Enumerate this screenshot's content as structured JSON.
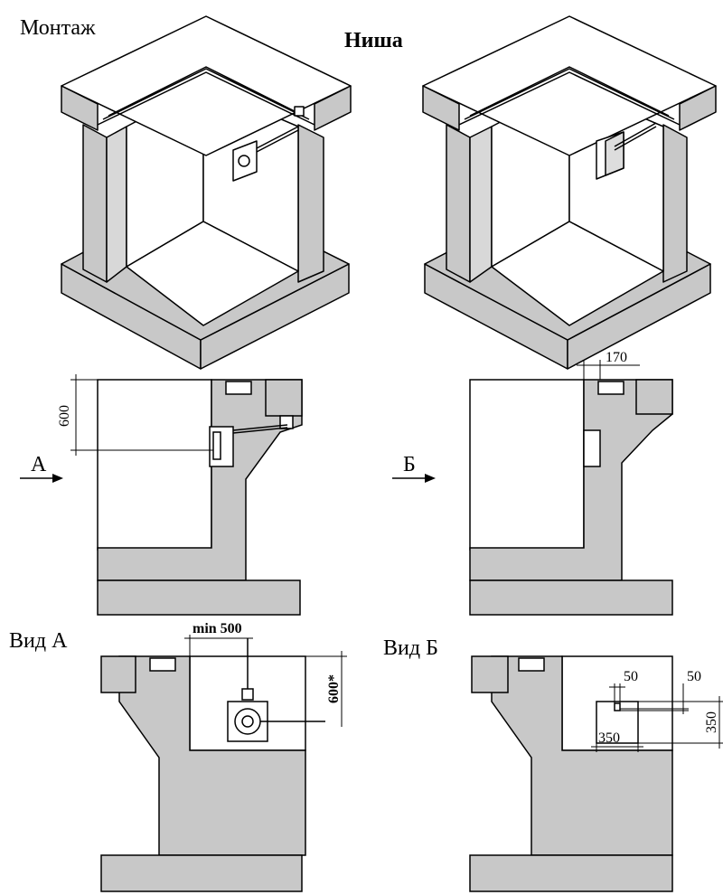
{
  "labels": {
    "montage": "Монтаж",
    "niche": "Ниша",
    "view_a_arrow": "А",
    "view_b_arrow": "Б",
    "view_a_title": "Вид А",
    "view_b_title": "Вид Б"
  },
  "dimensions": {
    "height_600": "600",
    "offset_170": "170",
    "min_500": "min 500",
    "height_600_star": "600*",
    "width_50_a": "50",
    "width_50_b": "50",
    "height_350": "350",
    "width_350": "350"
  },
  "colors": {
    "wall_fill": "#c8c8c8",
    "top_fill": "#ffffff",
    "line": "#000000"
  }
}
